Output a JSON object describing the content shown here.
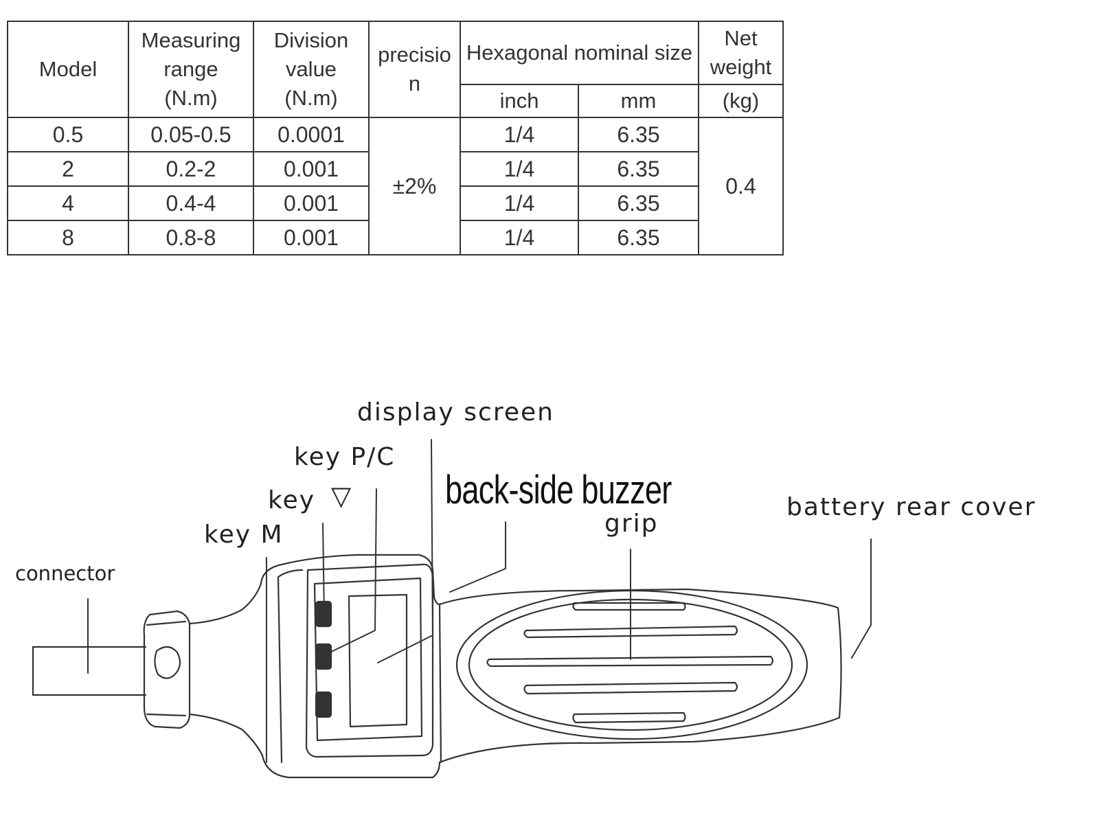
{
  "table": {
    "headers": {
      "model": "Model",
      "measuring_range": [
        "Measuring",
        "range",
        "(N.m)"
      ],
      "division_value": [
        "Division",
        "value",
        "(N.m)"
      ],
      "precision": [
        "precisio",
        "n"
      ],
      "hex_size": "Hexagonal nominal size",
      "hex_inch": "inch",
      "hex_mm": "mm",
      "net_weight": [
        "Net",
        "weight"
      ],
      "net_weight_unit": "(kg)"
    },
    "rows": [
      {
        "model": "0.5",
        "range": "0.05-0.5",
        "division": "0.0001",
        "inch": "1/4",
        "mm": "6.35"
      },
      {
        "model": "2",
        "range": "0.2-2",
        "division": "0.001",
        "inch": "1/4",
        "mm": "6.35"
      },
      {
        "model": "4",
        "range": "0.4-4",
        "division": "0.001",
        "inch": "1/4",
        "mm": "6.35"
      },
      {
        "model": "8",
        "range": "0.8-8",
        "division": "0.001",
        "inch": "1/4",
        "mm": "6.35"
      }
    ],
    "precision_value": "±2%",
    "net_weight_value": "0.4"
  },
  "diagram": {
    "labels": {
      "display_screen": "display  screen",
      "key_pc": "key  P/C",
      "key_down": "key",
      "key_down_symbol": "▽",
      "key_m": "key  M",
      "back_side_buzzer": "back-side buzzer",
      "grip": "grip",
      "battery_rear_cover": "battery  rear  cover",
      "connector": "connector"
    }
  }
}
